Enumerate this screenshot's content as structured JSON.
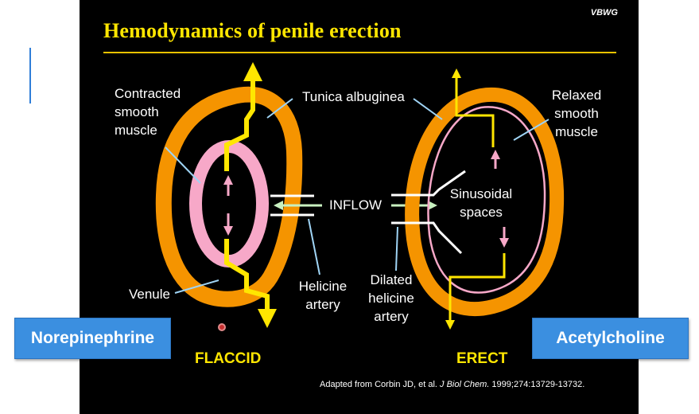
{
  "slide": {
    "corner_tag": "VBWG",
    "title": "Hemodynamics of penile erection",
    "labels": {
      "contracted_smooth_muscle": "Contracted\nsmooth\nmuscle",
      "tunica_albuginea": "Tunica albuginea",
      "relaxed_smooth_muscle": "Relaxed\nsmooth\nmuscle",
      "inflow": "INFLOW",
      "sinusoidal_spaces": "Sinusoidal\nspaces",
      "venule": "Venule",
      "helicine_artery": "Helicine\nartery",
      "dilated_helicine_artery": "Dilated\nhelicine\nartery"
    },
    "states": {
      "flaccid": "FLACCID",
      "erect": "ERECT"
    },
    "citation": {
      "prefix": "Adapted from Corbin JD, et al. ",
      "journal": "J Biol Chem.",
      "suffix": " 1999;274:13729-13732."
    },
    "colors": {
      "tunica": "#f59400",
      "smooth_muscle": "#f7a8c8",
      "venous_flow": "#ffe600",
      "inflow_arrow": "#c8f0c0",
      "leader_line": "#9fd4f5"
    }
  },
  "overlay": {
    "left_button": "Norepinephrine",
    "right_button": "Acetylcholine"
  }
}
